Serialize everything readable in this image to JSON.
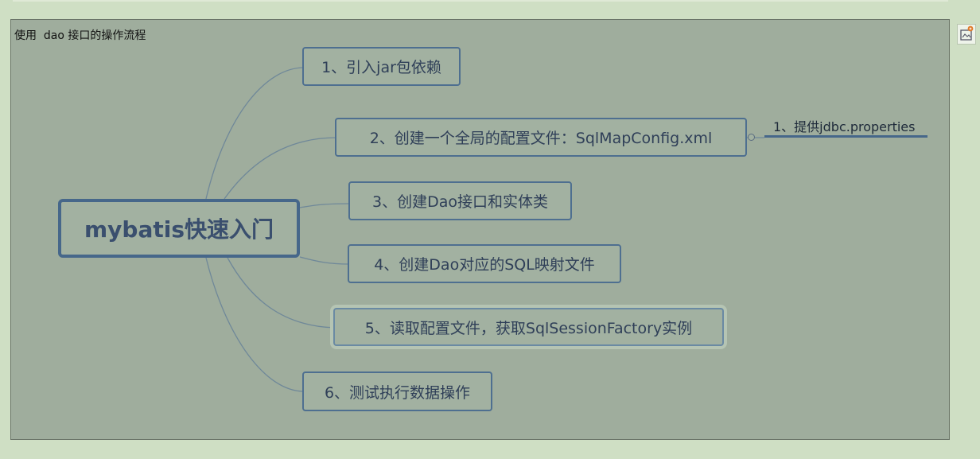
{
  "caption": "使用  dao 接口的操作流程",
  "root": {
    "label": "mybatis快速入门"
  },
  "branches": [
    {
      "label": "1、引入jar包依赖"
    },
    {
      "label": "2、创建一个全局的配置文件：SqlMapConfig.xml",
      "children": [
        {
          "label": "1、提供jdbc.properties"
        }
      ]
    },
    {
      "label": "3、创建Dao接口和实体类"
    },
    {
      "label": "4、创建Dao对应的SQL映射文件"
    },
    {
      "label": "5、读取配置文件，获取SqlSessionFactory实例",
      "selected": true
    },
    {
      "label": "6、测试执行数据操作"
    }
  ],
  "colors": {
    "background": "#cfdfc4",
    "canvas": "#9fad9d",
    "node_border": "#4e6f90",
    "root_border": "#46678a",
    "connector": "#6f8899"
  },
  "icons": {
    "side_toolbar": "image-edit-icon",
    "collapse_toggle": "collapse-circle-icon"
  }
}
